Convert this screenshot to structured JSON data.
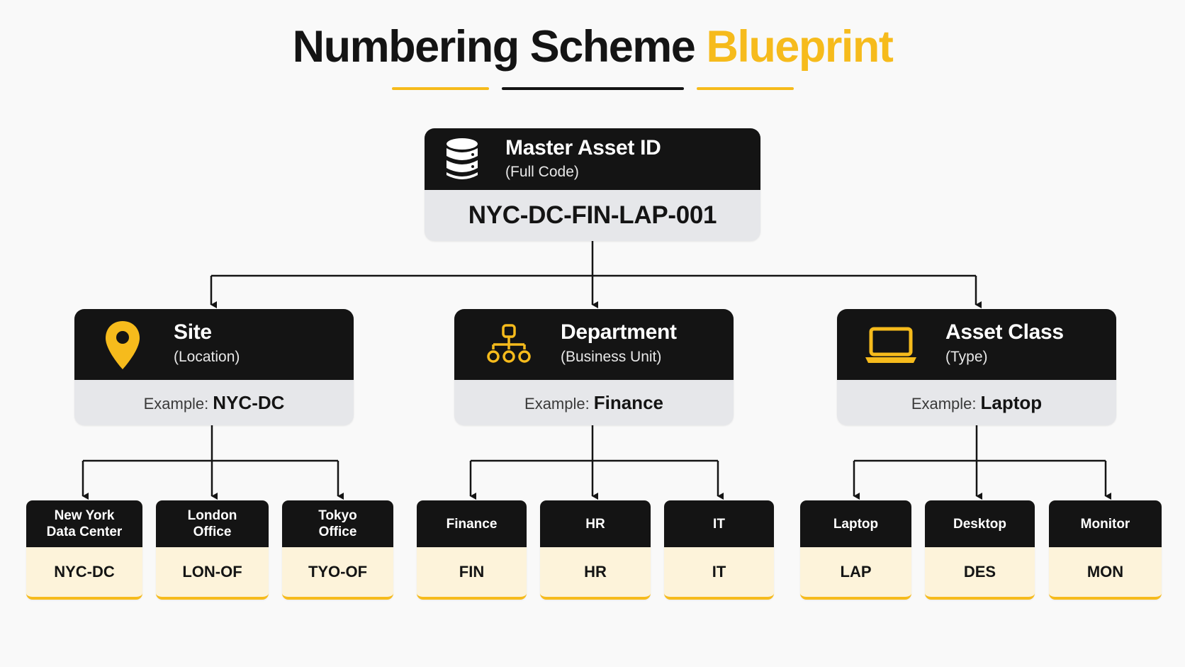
{
  "title": {
    "main": "Numbering Scheme",
    "accent": "Blueprint"
  },
  "colors": {
    "accent": "#f6bb1c",
    "dark": "#141414",
    "panel": "#e6e7ea",
    "leaf_fill": "#fdf3da"
  },
  "master": {
    "icon": "database-icon",
    "title": "Master Asset ID",
    "subtitle": "(Full Code)",
    "code": "NYC-DC-FIN-LAP-001"
  },
  "categories": [
    {
      "icon": "location-pin-icon",
      "title": "Site",
      "subtitle": "(Location)",
      "example_label": "Example:",
      "example_value": "NYC-DC",
      "children": [
        {
          "name": "New York\nData Center",
          "code": "NYC-DC"
        },
        {
          "name": "London\nOffice",
          "code": "LON-OF"
        },
        {
          "name": "Tokyo\nOffice",
          "code": "TYO-OF"
        }
      ]
    },
    {
      "icon": "org-chart-icon",
      "title": "Department",
      "subtitle": "(Business Unit)",
      "example_label": "Example:",
      "example_value": "Finance",
      "children": [
        {
          "name": "Finance",
          "code": "FIN"
        },
        {
          "name": "HR",
          "code": "HR"
        },
        {
          "name": "IT",
          "code": "IT"
        }
      ]
    },
    {
      "icon": "laptop-icon",
      "title": "Asset Class",
      "subtitle": "(Type)",
      "example_label": "Example:",
      "example_value": "Laptop",
      "children": [
        {
          "name": "Laptop",
          "code": "LAP"
        },
        {
          "name": "Desktop",
          "code": "DES"
        },
        {
          "name": "Monitor",
          "code": "MON"
        }
      ]
    }
  ]
}
